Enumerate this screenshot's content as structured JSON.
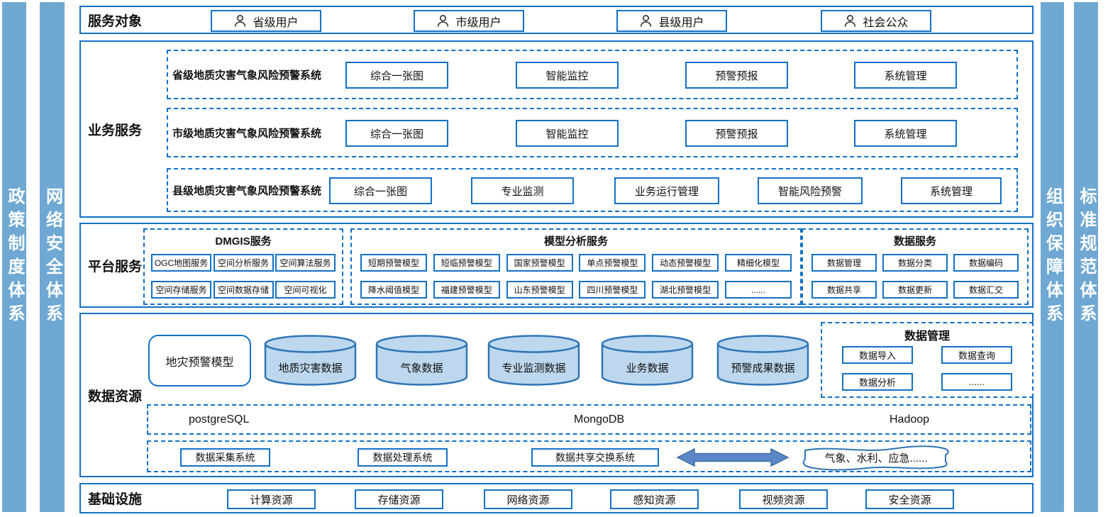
{
  "colors": {
    "accent": "#1271C5",
    "pillar_fill": "#6FA8D3",
    "cylinder_fill": "#BDD7EE",
    "cylinder_stroke": "#2E75B6",
    "arrow_fill": "#5B87C9",
    "arrow_stroke": "#41719C"
  },
  "pillars": {
    "left": [
      "政策制度体系",
      "网络安全体系"
    ],
    "right": [
      "组织保障体系",
      "标准规范体系"
    ]
  },
  "service_targets": {
    "title": "服务对象",
    "users": [
      "省级用户",
      "市级用户",
      "县级用户",
      "社会公众"
    ]
  },
  "business_services": {
    "title": "业务服务",
    "systems": [
      {
        "name": "省级地质灾害气象风险预警系统",
        "modules": [
          "综合一张图",
          "智能监控",
          "预警预报",
          "系统管理"
        ]
      },
      {
        "name": "市级地质灾害气象风险预警系统",
        "modules": [
          "综合一张图",
          "智能监控",
          "预警预报",
          "系统管理"
        ]
      },
      {
        "name": "县级地质灾害气象风险预警系统",
        "modules": [
          "综合一张图",
          "专业监测",
          "业务运行管理",
          "智能风险预警",
          "系统管理"
        ]
      }
    ]
  },
  "platform_services": {
    "title": "平台服务",
    "groups": [
      {
        "name": "DMGIS服务",
        "rows": [
          [
            "OGC地图服务",
            "空间分析服务",
            "空间算法服务"
          ],
          [
            "空间存储服务",
            "空间数据存储",
            "空间可视化"
          ]
        ]
      },
      {
        "name": "模型分析服务",
        "rows": [
          [
            "短期预警模型",
            "短临预警模型",
            "国家预警模型",
            "单点预警模型",
            "动态预警模型",
            "精细化模型"
          ],
          [
            "降水阈值模型",
            "福建预警模型",
            "山东预警模型",
            "四川预警模型",
            "湖北预警模型",
            "......"
          ]
        ]
      },
      {
        "name": "数据服务",
        "rows": [
          [
            "数据管理",
            "数据分类",
            "数据编码"
          ],
          [
            "数据共享",
            "数据更新",
            "数据汇交"
          ]
        ]
      }
    ]
  },
  "data_resources": {
    "title": "数据资源",
    "model_box": "地灾预警模型",
    "cylinders": [
      "地质灾害数据",
      "气象数据",
      "专业监测数据",
      "业务数据",
      "预警成果数据"
    ],
    "data_management": {
      "title": "数据管理",
      "items": [
        "数据导入",
        "数据查询",
        "数据分析",
        "......"
      ]
    },
    "databases": [
      "postgreSQL",
      "MongoDB",
      "Hadoop"
    ],
    "systems": [
      "数据采集系统",
      "数据处理系统",
      "数据共享交换系统"
    ],
    "external_link": "气象、水利、应急......"
  },
  "infrastructure": {
    "title": "基础设施",
    "resources": [
      "计算资源",
      "存储资源",
      "网络资源",
      "感知资源",
      "视频资源",
      "安全资源"
    ]
  }
}
